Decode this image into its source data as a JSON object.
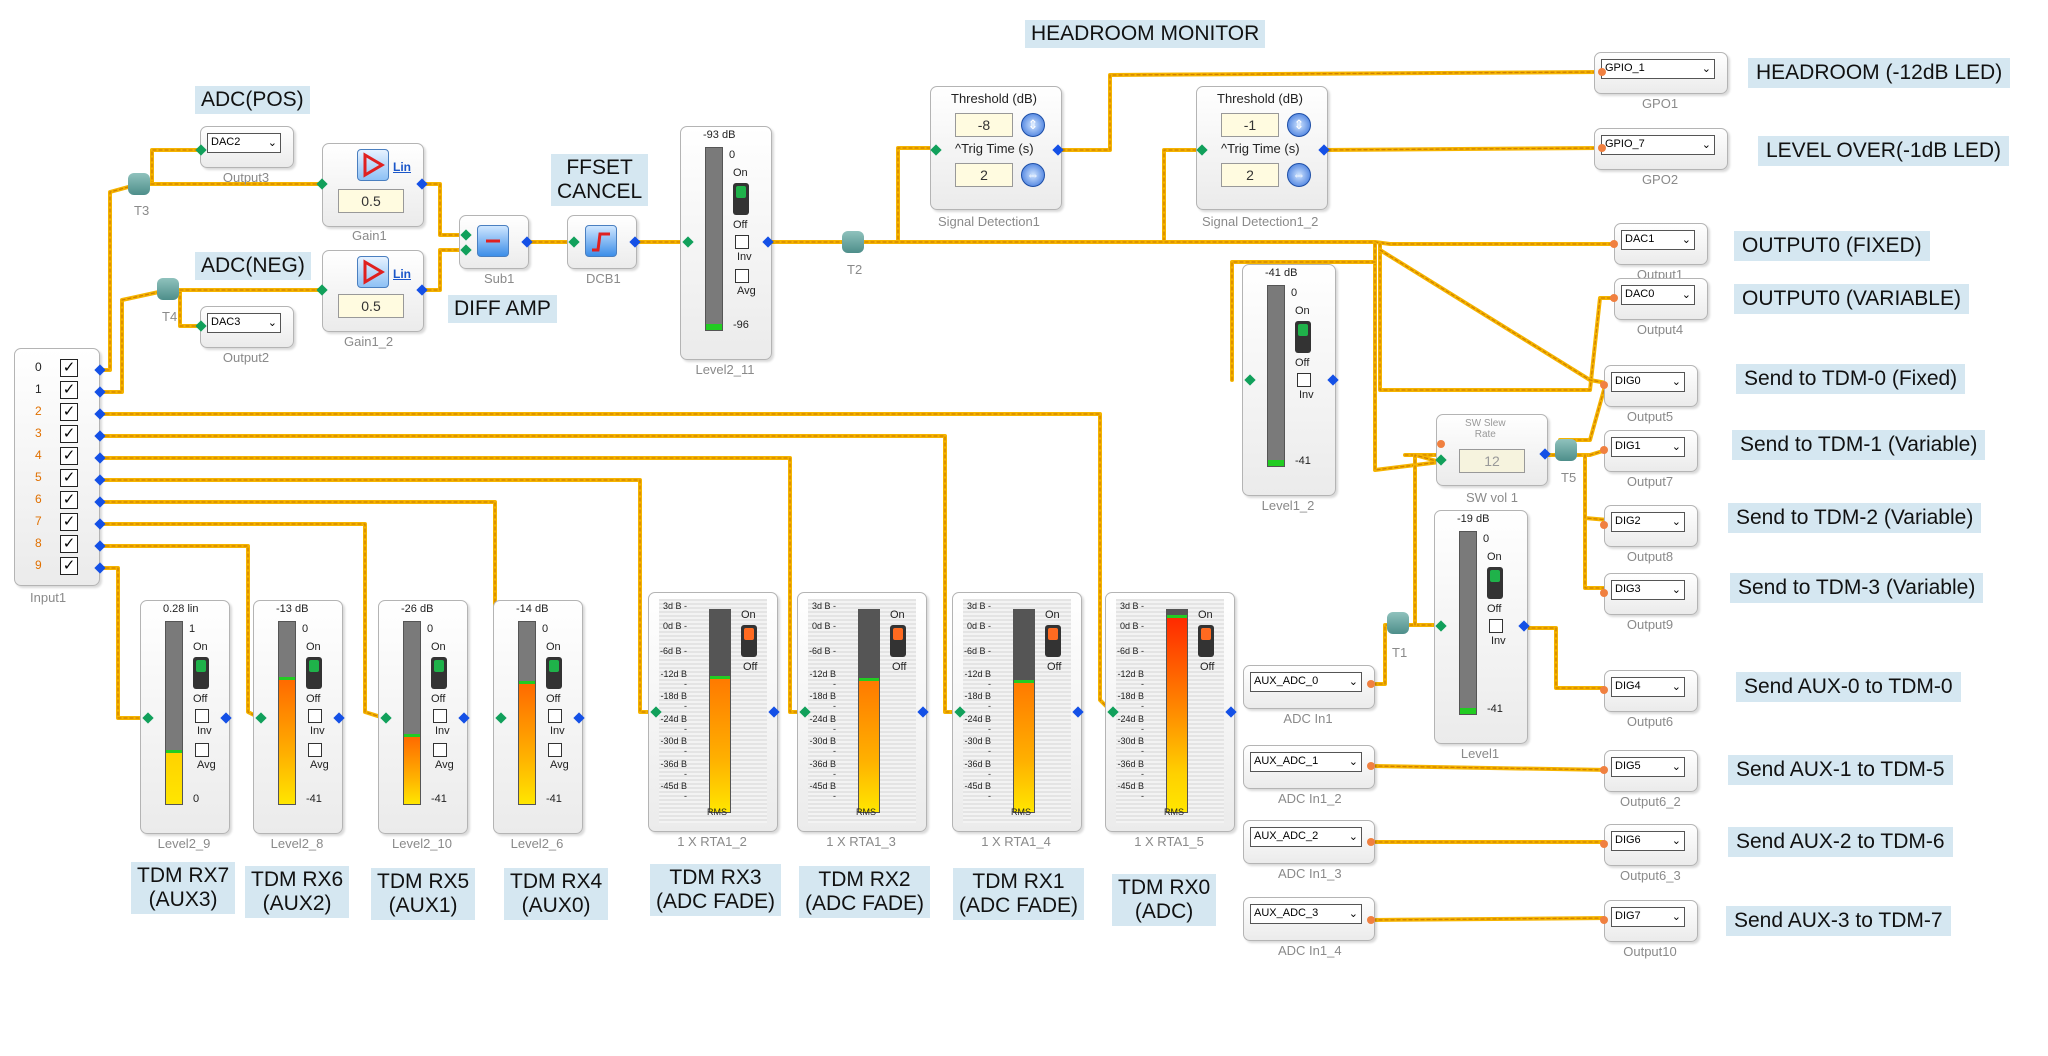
{
  "labels": {
    "headroom_monitor": "HEADROOM  MONITOR",
    "adc_pos": "ADC(POS)",
    "adc_neg": "ADC(NEG)",
    "offset_cancel": "FFSET\nCANCEL",
    "diff_amp": "DIFF AMP",
    "headroom_led": "HEADROOM (-12dB LED)",
    "level_over_led": "LEVEL OVER(-1dB LED)",
    "output0_fixed": "OUTPUT0 (FIXED)",
    "output0_variable": "OUTPUT0 (VARIABLE)",
    "send_tdm0": "Send to TDM-0 (Fixed)",
    "send_tdm1": "Send to TDM-1 (Variable)",
    "send_tdm2": "Send to TDM-2 (Variable)",
    "send_tdm3": "Send to TDM-3 (Variable)",
    "send_aux0": "Send AUX-0 to TDM-0",
    "send_aux1": "Send AUX-1 to TDM-5",
    "send_aux2": "Send AUX-2 to TDM-6",
    "send_aux3": "Send AUX-3 to TDM-7",
    "tdm_rx7": "TDM RX7\n(AUX3)",
    "tdm_rx6": "TDM RX6\n(AUX2)",
    "tdm_rx5": "TDM RX5\n(AUX1)",
    "tdm_rx4": "TDM RX4\n(AUX0)",
    "tdm_rx3": "TDM RX3\n(ADC FADE)",
    "tdm_rx2": "TDM RX2\n(ADC FADE)",
    "tdm_rx1": "TDM RX1\n(ADC FADE)",
    "tdm_rx0": "TDM RX0\n(ADC)"
  },
  "input_block": {
    "caption": "Input1",
    "channels": [
      "0",
      "1",
      "2",
      "3",
      "4",
      "5",
      "6",
      "7",
      "8",
      "9"
    ],
    "check": "✓"
  },
  "outputs": {
    "output3": {
      "value": "DAC2",
      "caption": "Output3"
    },
    "output2": {
      "value": "DAC3",
      "caption": "Output2"
    },
    "gpo1": {
      "value": "GPIO_1",
      "caption": "GPO1"
    },
    "gpo2": {
      "value": "GPIO_7",
      "caption": "GPO2"
    },
    "output1": {
      "value": "DAC1",
      "caption": "Output1"
    },
    "output4": {
      "value": "DAC0",
      "caption": "Output4"
    },
    "output5": {
      "value": "DIG0",
      "caption": "Output5"
    },
    "output7": {
      "value": "DIG1",
      "caption": "Output7"
    },
    "output8": {
      "value": "DIG2",
      "caption": "Output8"
    },
    "output9": {
      "value": "DIG3",
      "caption": "Output9"
    },
    "output6": {
      "value": "DIG4",
      "caption": "Output6"
    },
    "output6_2": {
      "value": "DIG5",
      "caption": "Output6_2"
    },
    "output6_3": {
      "value": "DIG6",
      "caption": "Output6_3"
    },
    "output10": {
      "value": "DIG7",
      "caption": "Output10"
    }
  },
  "adc_inputs": {
    "adc_in1": {
      "value": "AUX_ADC_0",
      "caption": "ADC In1"
    },
    "adc_in1_2": {
      "value": "AUX_ADC_1",
      "caption": "ADC In1_2"
    },
    "adc_in1_3": {
      "value": "AUX_ADC_2",
      "caption": "ADC In1_3"
    },
    "adc_in1_4": {
      "value": "AUX_ADC_3",
      "caption": "ADC In1_4"
    }
  },
  "gains": {
    "gain1": {
      "value": "0.5",
      "link": "Lin",
      "caption": "Gain1"
    },
    "gain1_2": {
      "value": "0.5",
      "link": "Lin",
      "caption": "Gain1_2"
    }
  },
  "blocks": {
    "sub1": "Sub1",
    "dcb1": "DCB1",
    "t3": "T3",
    "t4": "T4",
    "t2": "T2",
    "t1": "T1",
    "t5": "T5"
  },
  "signal_detection": {
    "sd1": {
      "threshold_label": "Threshold (dB)",
      "threshold": "-8",
      "trig_label": "^Trig Time (s)",
      "trig": "2",
      "caption": "Signal Detection1"
    },
    "sd2": {
      "threshold_label": "Threshold (dB)",
      "threshold": "-1",
      "trig_label": "^Trig Time (s)",
      "trig": "2",
      "caption": "Signal Detection1_2"
    }
  },
  "sw_vol": {
    "title": "SW Slew\nRate",
    "value": "12",
    "caption": "SW vol 1"
  },
  "levels": {
    "level2_11": {
      "top": "-93 dB",
      "zero": "0",
      "on": "On",
      "off": "Off",
      "inv": "Inv",
      "avg": "Avg",
      "bottom": "-96",
      "caption": "Level2_11",
      "level": 0.01
    },
    "level1_2": {
      "top": "-41 dB",
      "zero": "0",
      "on": "On",
      "off": "Off",
      "inv": "Inv",
      "bottom": "-41",
      "caption": "Level1_2",
      "level": 0.01
    },
    "level1": {
      "top": "-19 dB",
      "zero": "0",
      "on": "On",
      "off": "Off",
      "inv": "Inv",
      "bottom": "-41",
      "caption": "Level1",
      "level": 0.0
    },
    "level2_9": {
      "top": "0.28 lin",
      "zero": "1",
      "on": "On",
      "off": "Off",
      "inv": "Inv",
      "avg": "Avg",
      "bottom": "0",
      "caption": "Level2_9",
      "level": 0.28
    },
    "level2_8": {
      "top": "-13 dB",
      "zero": "0",
      "on": "On",
      "off": "Off",
      "inv": "Inv",
      "avg": "Avg",
      "bottom": "-41",
      "caption": "Level2_8",
      "level": 0.68
    },
    "level2_10": {
      "top": "-26 dB",
      "zero": "0",
      "on": "On",
      "off": "Off",
      "inv": "Inv",
      "avg": "Avg",
      "bottom": "-41",
      "caption": "Level2_10",
      "level": 0.37
    },
    "level2_6": {
      "top": "-14 dB",
      "zero": "0",
      "on": "On",
      "off": "Off",
      "inv": "Inv",
      "avg": "Avg",
      "bottom": "-41",
      "caption": "Level2_6",
      "level": 0.66
    }
  },
  "rtas": {
    "scale": [
      "3d B -",
      "0d B -",
      "-6d B -",
      "-12d B -",
      "-18d B -",
      "-24d B -",
      "-30d B -",
      "-36d B -",
      "-45d B -"
    ],
    "on": "On",
    "off": "Off",
    "rms": "RMS",
    "items": [
      {
        "caption": "1 X RTA1_2",
        "level": 0.66
      },
      {
        "caption": "1 X RTA1_3",
        "level": 0.65
      },
      {
        "caption": "1 X RTA1_4",
        "level": 0.64
      },
      {
        "caption": "1 X RTA1_5",
        "level": 0.96
      }
    ]
  },
  "colors": {
    "wire": "#f5b400",
    "wire_dash": "#d08000",
    "meter_green": "#22cc22",
    "meter_orange": "#ff7a00",
    "meter_yellow": "#ffe600",
    "label_bg": "#d5e7f1"
  }
}
